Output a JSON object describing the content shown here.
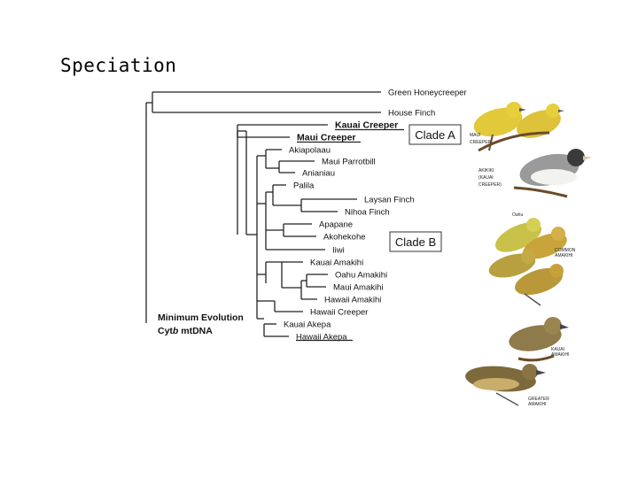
{
  "slide": {
    "title": "Speciation"
  },
  "tree": {
    "taxa": [
      {
        "name": "Green Honeycreeper"
      },
      {
        "name": "House Finch"
      },
      {
        "name": "Kauai Creeper"
      },
      {
        "name": "Maui Creeper"
      },
      {
        "name": "Akiapolaau"
      },
      {
        "name": "Maui Parrotbill"
      },
      {
        "name": "Anianiau"
      },
      {
        "name": "Palila"
      },
      {
        "name": "Laysan Finch"
      },
      {
        "name": "Nihoa Finch"
      },
      {
        "name": "Apapane"
      },
      {
        "name": "Akohekohe"
      },
      {
        "name": "Iiwi"
      },
      {
        "name": "Kauai Amakihi"
      },
      {
        "name": "Oahu Amakihi"
      },
      {
        "name": "Maui Amakihi"
      },
      {
        "name": "Hawaii Amakihi"
      },
      {
        "name": "Hawaii Creeper"
      },
      {
        "name": "Kauai Akepa"
      },
      {
        "name": "Hawaii Akepa"
      }
    ],
    "clade_a": "Clade A",
    "clade_b": "Clade B",
    "method_line1": "Minimum Evolution",
    "method_line2_prefix": "Cyt",
    "method_line2_italic": "b",
    "method_line2_suffix": " mtDNA"
  },
  "bird_labels": {
    "maui_creeper": [
      "MAUI",
      "CREEPER"
    ],
    "akikiki": [
      "AKIKIKI",
      "(KAUAI",
      "CREEPER)"
    ],
    "oahu": "Oahu",
    "common": [
      "COMMON",
      "AMAKIHI"
    ],
    "kauai_amakihi": [
      "KAUAI",
      "AMAKIHI"
    ],
    "greater": [
      "GREATER",
      "AMAKIHI"
    ]
  },
  "colors": {
    "line": "#222222",
    "yellow_bird": "#e6cf3a",
    "olive_bird": "#b59a3a",
    "brown_bird": "#8a6a3a",
    "gray_bird": "#6f6f6f"
  }
}
